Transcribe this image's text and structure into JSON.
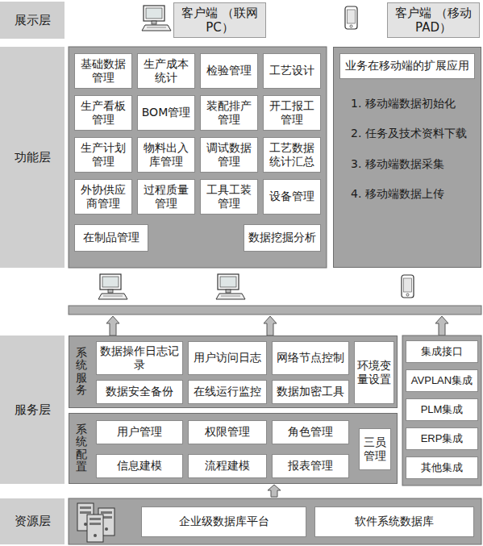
{
  "diagram": {
    "nodes": [
      {
        "text": [
          "展示层"
        ]
      },
      {
        "text": [
          "客户端 （联网PC）"
        ],
        "in": 0
      },
      {
        "text": [
          "客户端 （移动PAD）"
        ],
        "in": 0
      },
      {
        "text": [
          "功能层"
        ]
      },
      {
        "text": [
          "基础数据管理"
        ],
        "in": 3
      },
      {
        "text": [
          "生产成本统计"
        ],
        "in": 3
      },
      {
        "text": [
          "检验管理"
        ],
        "in": 3
      },
      {
        "text": [
          "工艺设计"
        ],
        "in": 3
      },
      {
        "text": [
          "生产看板管理"
        ],
        "in": 3
      },
      {
        "text": [
          "BOM管理"
        ],
        "in": 3
      },
      {
        "text": [
          "装配排产管理"
        ],
        "in": 3
      },
      {
        "text": [
          "开工报工管理"
        ],
        "in": 3
      },
      {
        "text": [
          "生产计划管理"
        ],
        "in": 3
      },
      {
        "text": [
          "物料出入库管理"
        ],
        "in": 3
      },
      {
        "text": [
          "调试数据管理"
        ],
        "in": 3
      },
      {
        "text": [
          "工艺数据统计汇总"
        ],
        "in": 3
      },
      {
        "text": [
          "外协供应商管理"
        ],
        "in": 3
      },
      {
        "text": [
          "过程质量管理"
        ],
        "in": 3
      },
      {
        "text": [
          "工具工装管理"
        ],
        "in": 3
      },
      {
        "text": [
          "设备管理"
        ],
        "in": 3
      },
      {
        "text": [
          "在制品管理"
        ],
        "in": 3
      },
      {
        "text": [
          "数据挖掘分析"
        ],
        "in": 3
      },
      {
        "text": [
          "业务在移动端的扩展应用",
          "1. 移动端数据初始化",
          "2. 任务及技术资料下载",
          "3. 移动端数据采集",
          "4. 移动端数据上传"
        ],
        "in": 3
      },
      {
        "text": [
          "服务层"
        ]
      },
      {
        "text": [
          "系统服务"
        ],
        "in": 23
      },
      {
        "text": [
          "数据操作日志记录"
        ],
        "in": 24
      },
      {
        "text": [
          "用户访问日志"
        ],
        "in": 24
      },
      {
        "text": [
          "网络节点控制"
        ],
        "in": 24
      },
      {
        "text": [
          "环境变量设置"
        ],
        "in": 24
      },
      {
        "text": [
          "数据安全备份"
        ],
        "in": 24
      },
      {
        "text": [
          "在线运行监控"
        ],
        "in": 24
      },
      {
        "text": [
          "数据加密工具"
        ],
        "in": 24
      },
      {
        "text": [
          "系统配置"
        ],
        "in": 23
      },
      {
        "text": [
          "用户管理"
        ],
        "in": 32
      },
      {
        "text": [
          "权限管理"
        ],
        "in": 32
      },
      {
        "text": [
          "角色管理"
        ],
        "in": 32
      },
      {
        "text": [
          "三员管理"
        ],
        "in": 32
      },
      {
        "text": [
          "信息建模"
        ],
        "in": 32
      },
      {
        "text": [
          "流程建模"
        ],
        "in": 32
      },
      {
        "text": [
          "报表管理"
        ],
        "in": 32
      },
      {
        "text": [
          "集成接口"
        ],
        "in": 23
      },
      {
        "text": [
          "AVPLAN集成"
        ],
        "in": 23
      },
      {
        "text": [
          "PLM集成"
        ],
        "in": 23
      },
      {
        "text": [
          "ERP集成"
        ],
        "in": 23
      },
      {
        "text": [
          "其他集成"
        ],
        "in": 23
      },
      {
        "text": [
          "资源层"
        ]
      },
      {
        "text": [
          "企业级数据库平台"
        ],
        "in": 45
      },
      {
        "text": [
          "软件系统数据库"
        ],
        "in": 45
      }
    ],
    "edges": [
      {
        "from": 45,
        "to": 32,
        "arrow": "to"
      }
    ]
  }
}
